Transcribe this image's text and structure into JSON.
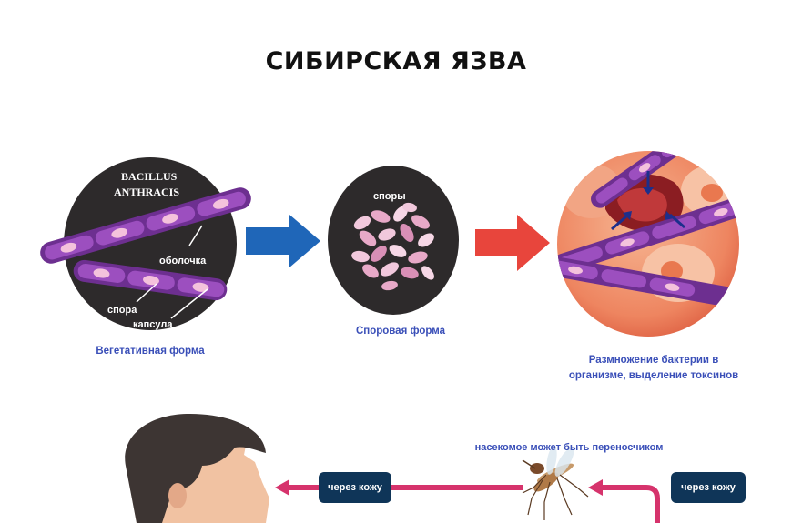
{
  "title": "СИБИРСКАЯ ЯЗВА",
  "vegetative": {
    "organism": "BACILLUS",
    "organism2": "ANTHRACIS",
    "label_shell": "оболочка",
    "label_spore": "спора",
    "label_capsule": "капсула",
    "caption": "Вегетативная форма"
  },
  "spore": {
    "label": "споры",
    "caption": "Споровая форма"
  },
  "reproduction": {
    "caption": "Размножение бактерии в организме, выделение токсинов"
  },
  "transmission": {
    "insect_caption": "насекомое может быть переносчиком",
    "route_left": "через кожу",
    "route_right": "через кожу"
  },
  "colors": {
    "bacteria": "#7b3a9e",
    "blue_arrow": "#1f66b8",
    "red_arrow": "#e8453c",
    "pink_route": "#d6336c",
    "caption_blue": "#3a4fb8"
  }
}
